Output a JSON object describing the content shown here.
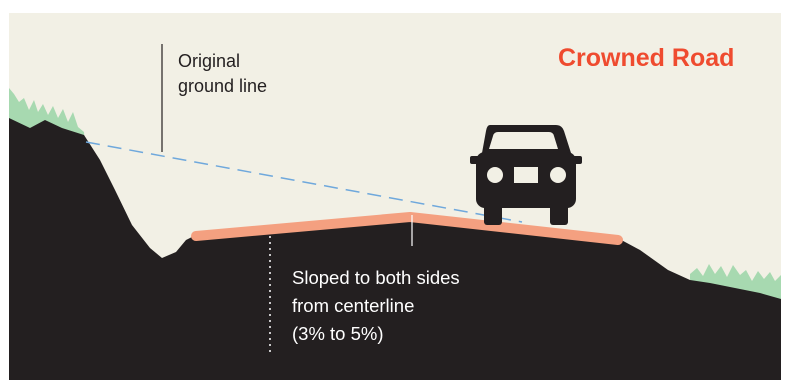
{
  "title": "Crowned Road",
  "ground_line_label": [
    "Original",
    "ground line"
  ],
  "slope_label": [
    "Sloped to both sides",
    "from centerline",
    "(3% to 5%)"
  ],
  "colors": {
    "sky": "#f2f0e5",
    "terrain": "#231f20",
    "grass": "#a7d9b0",
    "road_surface": "#f4a080",
    "ground_line": "#6fa8dc",
    "title": "#ef4b2f",
    "vehicle": "#231f20"
  },
  "icons": [
    "car-icon"
  ]
}
